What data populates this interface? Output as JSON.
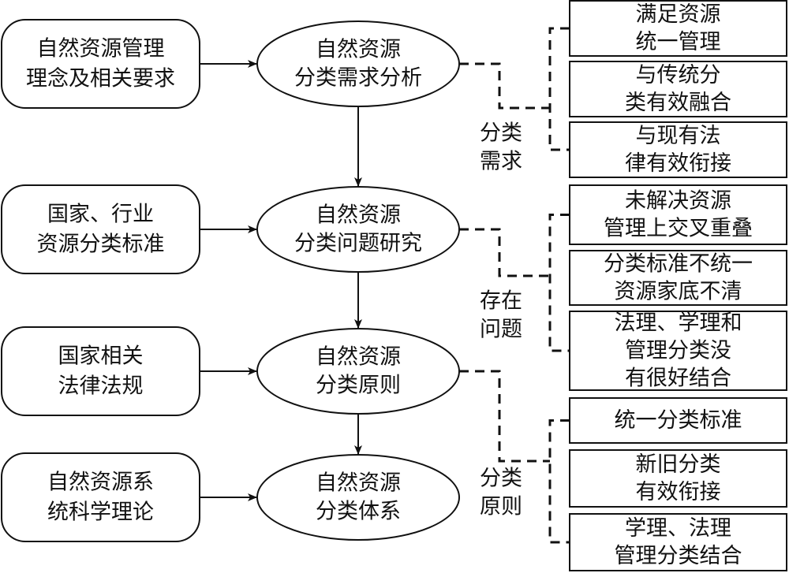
{
  "diagram": {
    "colors": {
      "stroke": "#111111",
      "background": "#ffffff",
      "text": "#111111"
    },
    "inputs": [
      {
        "id": "in1",
        "lines": [
          "自然资源管理",
          "理念及相关要求"
        ]
      },
      {
        "id": "in2",
        "lines": [
          "国家、行业",
          "资源分类标准"
        ]
      },
      {
        "id": "in3",
        "lines": [
          "国家相关",
          "法律法规"
        ]
      },
      {
        "id": "in4",
        "lines": [
          "自然资源系",
          "统科学理论"
        ]
      }
    ],
    "stages": [
      {
        "id": "s1",
        "lines": [
          "自然资源",
          "分类需求分析"
        ]
      },
      {
        "id": "s2",
        "lines": [
          "自然资源",
          "分类问题研究"
        ]
      },
      {
        "id": "s3",
        "lines": [
          "自然资源",
          "分类原则"
        ]
      },
      {
        "id": "s4",
        "lines": [
          "自然资源",
          "分类体系"
        ]
      }
    ],
    "groups": [
      {
        "id": "g1",
        "label": [
          "分类",
          "需求"
        ],
        "items": [
          [
            "满足资源",
            "统一管理"
          ],
          [
            "与传统分",
            "类有效融合"
          ],
          [
            "与现有法",
            "律有效衔接"
          ]
        ]
      },
      {
        "id": "g2",
        "label": [
          "存在",
          "问题"
        ],
        "items": [
          [
            "未解决资源",
            "管理上交叉重叠"
          ],
          [
            "分类标准不统一",
            "资源家底不清"
          ],
          [
            "法理、学理和",
            "管理分类没",
            "有很好结合"
          ]
        ]
      },
      {
        "id": "g3",
        "label": [
          "分类",
          "原则"
        ],
        "items": [
          [
            "统一分类标准"
          ],
          [
            "新旧分类",
            "有效衔接"
          ],
          [
            "学理、法理",
            "管理分类结合"
          ]
        ]
      }
    ]
  }
}
